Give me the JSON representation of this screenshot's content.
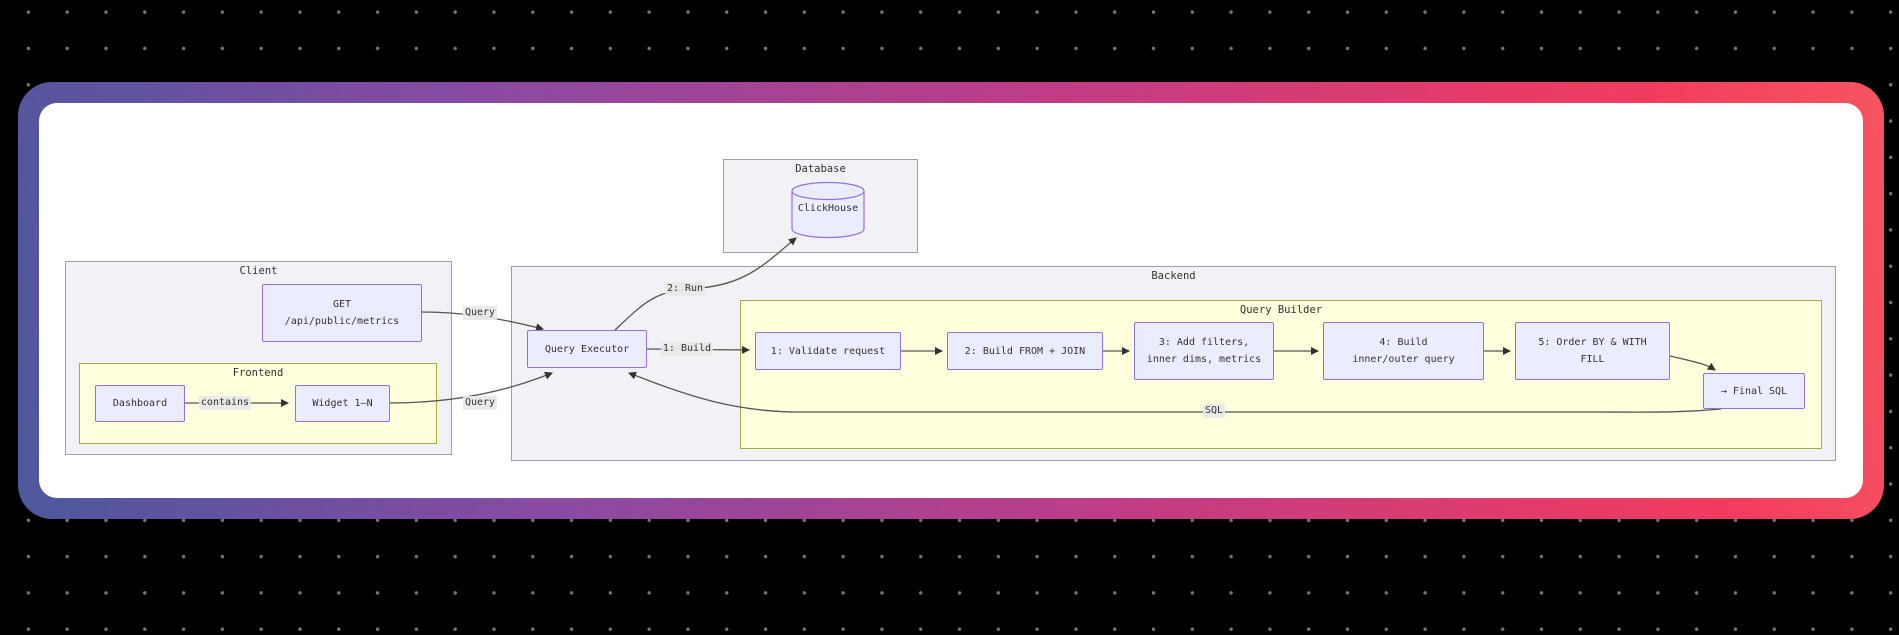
{
  "canvas": {
    "background_color": "#000000",
    "dot_color": "#74747c"
  },
  "card": {
    "gradient_start": "#4d589c",
    "gradient_mid": "#c23c84",
    "gradient_end": "#f75560",
    "surface_color": "#ffffff"
  },
  "diagram": {
    "clusters": {
      "database": {
        "label": "Database"
      },
      "client": {
        "label": "Client"
      },
      "frontend": {
        "label": "Frontend"
      },
      "backend": {
        "label": "Backend"
      },
      "query_builder": {
        "label": "Query Builder"
      }
    },
    "nodes": {
      "clickhouse": {
        "label": "ClickHouse"
      },
      "get_endpoint": {
        "line1": "GET",
        "line2": "/api/public/metrics"
      },
      "dashboard": {
        "label": "Dashboard"
      },
      "widget": {
        "label": "Widget 1–N"
      },
      "query_executor": {
        "label": "Query Executor"
      },
      "step1": {
        "label": "1: Validate request"
      },
      "step2": {
        "label": "2: Build FROM + JOIN"
      },
      "step3": {
        "line1": "3: Add filters,",
        "line2": "inner dims, metrics"
      },
      "step4": {
        "line1": "4: Build",
        "line2": "inner/outer query"
      },
      "step5": {
        "line1": "5: Order BY & WITH",
        "line2": "FILL"
      },
      "final_sql": {
        "label": "→ Final SQL"
      }
    },
    "edge_labels": {
      "query_top": "Query",
      "query_bottom": "Query",
      "contains": "contains",
      "run": "2: Run",
      "build": "1: Build",
      "sql": "SQL"
    },
    "colors": {
      "node_fill": "#ECECFF",
      "node_border": "#9370DB",
      "cluster_gray_fill": "#f1f1f6",
      "cluster_gray_border": "#9fa0ab",
      "cluster_yellow_fill": "#ffffde",
      "cluster_yellow_border": "#a9a93a",
      "edge_stroke": "#555555",
      "edge_label_bg": "#e8e8e8",
      "text": "#333333"
    }
  }
}
